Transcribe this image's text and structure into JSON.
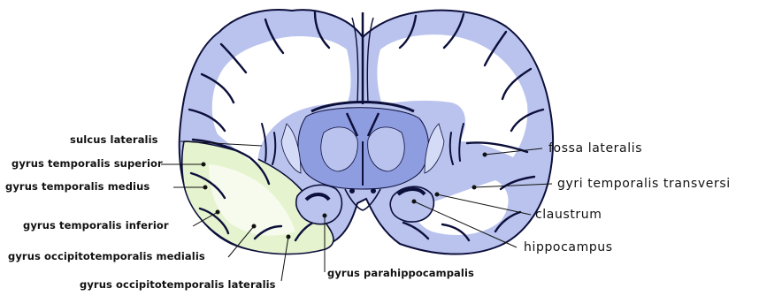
{
  "figure": {
    "left_labels": [
      "sulcus lateralis",
      "gyrus temporalis superior",
      "gyrus temporalis medius",
      "gyrus temporalis inferior",
      "gyrus occipitotemporalis medialis",
      "gyrus occipitotemporalis lateralis",
      "gyrus parahippocampalis"
    ],
    "right_labels": [
      "fossa lateralis",
      "gyri temporalis transversi",
      "claustrum",
      "hippocampus"
    ]
  },
  "colors": {
    "cortex_blue": "#b9c3ee",
    "deep_blue": "#8e9ce0",
    "white_matter": "#ffffff",
    "highlight_green": "#e6f3cf",
    "sulcus_ink": "#0c0f3a",
    "leader_line": "#111111"
  }
}
